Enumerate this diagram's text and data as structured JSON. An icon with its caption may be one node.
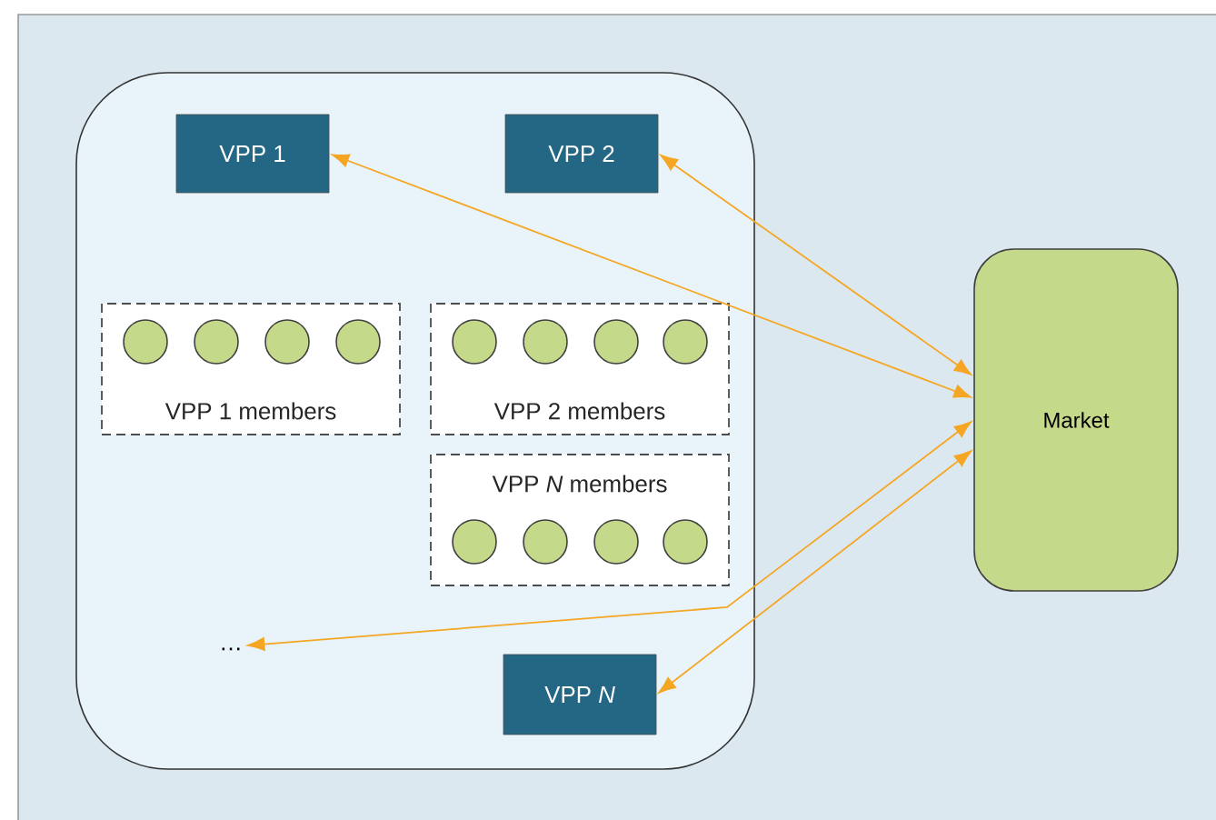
{
  "diagram": {
    "nodes": [
      {
        "text": [],
        "shape": "box"
      },
      {
        "text": [
          "VPP 1"
        ],
        "in": 0
      },
      {
        "text": [
          "VPP 2"
        ],
        "in": 0
      },
      {
        "text": [
          "VPP 1 members"
        ],
        "in": 0
      },
      {
        "text": [],
        "shape": "circle",
        "in": 3
      },
      {
        "text": [],
        "shape": "circle",
        "in": 3
      },
      {
        "text": [],
        "shape": "circle",
        "in": 3
      },
      {
        "text": [],
        "shape": "circle",
        "in": 3
      },
      {
        "text": [
          "VPP 2 members"
        ],
        "in": 0
      },
      {
        "text": [],
        "shape": "circle",
        "in": 8
      },
      {
        "text": [],
        "shape": "circle",
        "in": 8
      },
      {
        "text": [],
        "shape": "circle",
        "in": 8
      },
      {
        "text": [],
        "shape": "circle",
        "in": 8
      },
      {
        "text": [
          "VPP *N* members"
        ],
        "in": 0
      },
      {
        "text": [],
        "shape": "circle",
        "in": 13
      },
      {
        "text": [],
        "shape": "circle",
        "in": 13
      },
      {
        "text": [],
        "shape": "circle",
        "in": 13
      },
      {
        "text": [],
        "shape": "circle",
        "in": 13
      },
      {
        "text": [
          "…"
        ],
        "in": 0
      },
      {
        "text": [
          "VPP *N*"
        ],
        "in": 0
      },
      {
        "text": [
          "Market"
        ]
      }
    ],
    "edges": [
      {
        "from": 20,
        "to": 1,
        "arrow": "both"
      },
      {
        "from": 20,
        "to": 2,
        "arrow": "both"
      },
      {
        "from": 20,
        "to": 18,
        "arrow": "both"
      },
      {
        "from": 20,
        "to": 19,
        "arrow": "both"
      }
    ]
  }
}
